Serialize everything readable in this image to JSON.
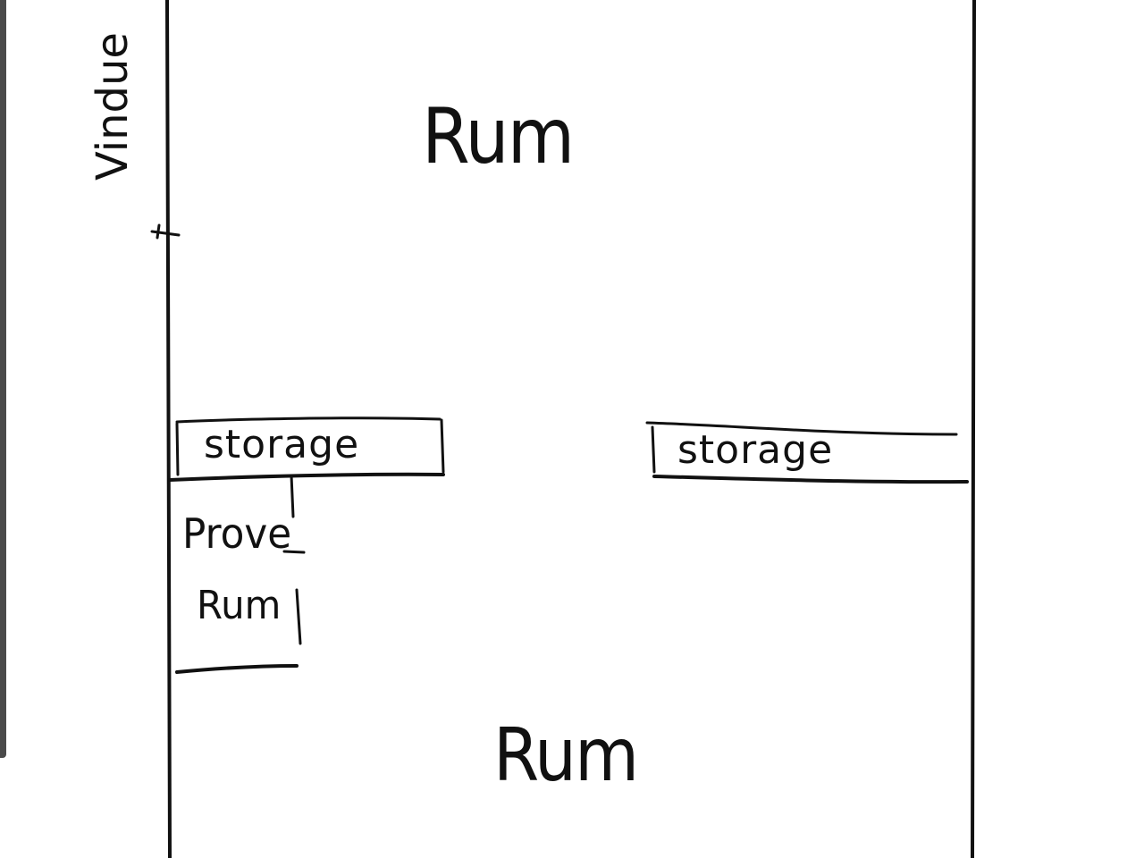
{
  "labels": {
    "room_top": "Rum",
    "room_bottom": "Rum",
    "storage_left": "storage",
    "storage_right": "storage",
    "prove_line1": "Prove",
    "prove_line2": "Rum",
    "window": "Vindue"
  },
  "colors": {
    "ink": "#111111",
    "background": "#ffffff",
    "edge_bar": "#4a4a4a"
  }
}
